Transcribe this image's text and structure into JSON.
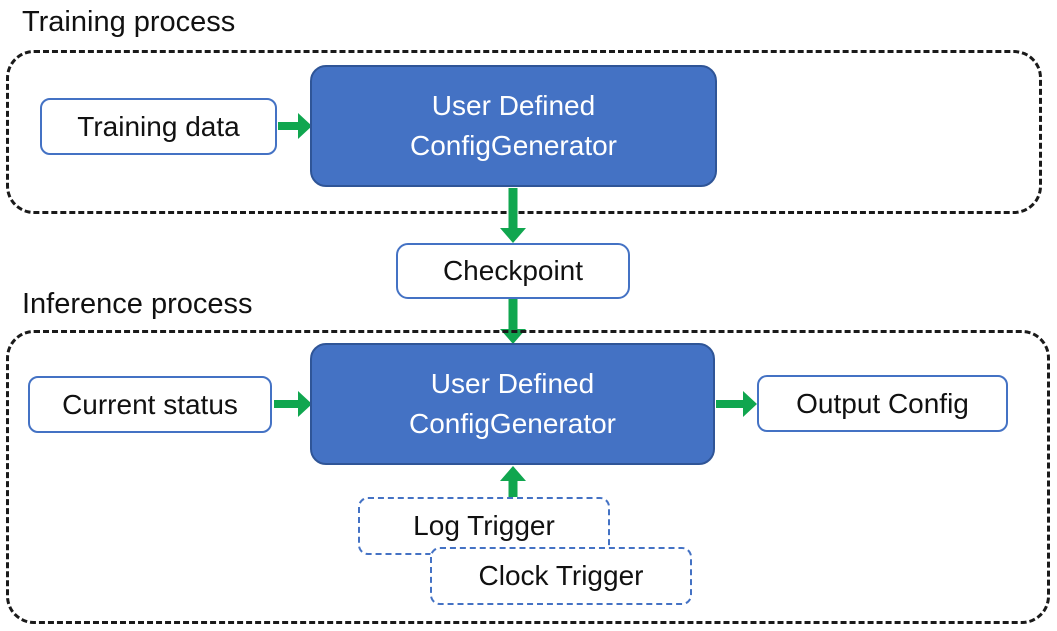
{
  "colors": {
    "generator_fill": "#4472C4",
    "generator_border": "#2F5597",
    "node_border": "#4472C4",
    "trigger_border": "#4472C4",
    "arrow": "#10A64F",
    "dash": "#1A1A1A",
    "text": "#111111",
    "text_light": "#FFFFFF",
    "bg": "#FFFFFF"
  },
  "training": {
    "section_label": "Training process",
    "input_box": "Training data",
    "generator_box": {
      "line1": "User Defined",
      "line2": "ConfigGenerator"
    }
  },
  "checkpoint_box": "Checkpoint",
  "inference": {
    "section_label": "Inference process",
    "input_box": "Current status",
    "generator_box": {
      "line1": "User Defined",
      "line2": "ConfigGenerator"
    },
    "output_box": "Output Config",
    "log_trigger_box": "Log Trigger",
    "clock_trigger_box": "Clock Trigger"
  },
  "arrows": [
    {
      "name": "training-data-to-generator",
      "direction": "right"
    },
    {
      "name": "generator-to-checkpoint",
      "direction": "down"
    },
    {
      "name": "checkpoint-to-inference-generator",
      "direction": "down"
    },
    {
      "name": "current-status-to-generator",
      "direction": "right"
    },
    {
      "name": "generator-to-output-config",
      "direction": "right"
    },
    {
      "name": "triggers-to-generator",
      "direction": "up"
    }
  ]
}
